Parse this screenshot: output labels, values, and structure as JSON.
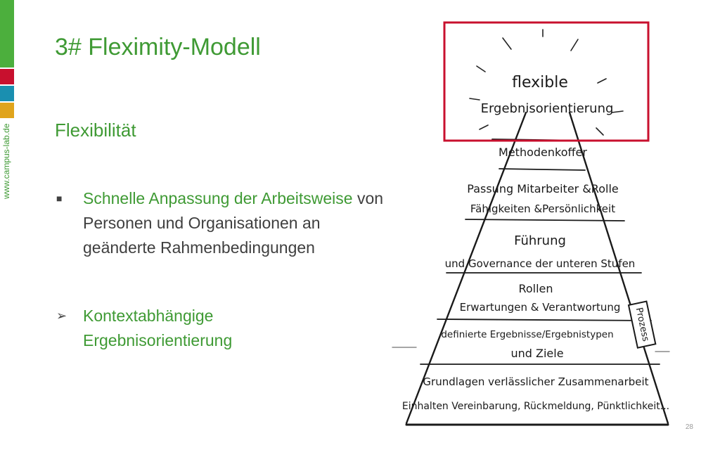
{
  "side": {
    "url": "www.campus-lab.de"
  },
  "slide": {
    "title": "3# Fleximity-Modell",
    "subtitle": "Flexibilität",
    "item1": {
      "highlight": "Schnelle Anpassung der Arbeitsweise",
      "line1_rest": "von",
      "line2": "Personen und Organisationen an",
      "line3": "geänderte Rahmenbedingungen"
    },
    "item2": {
      "line1": "Kontextabhängige",
      "line2": "Ergebnisorientierung"
    },
    "page_number": "28"
  },
  "pyramid": {
    "top": {
      "line1": "flexible",
      "line2": "Ergebnisorientierung"
    },
    "level1": "Methodenkoffer",
    "level2": {
      "line1": "Passung Mitarbeiter &Rolle",
      "line2": "Fähigkeiten &Persönlichkeit"
    },
    "level3": {
      "line1": "Führung",
      "line2": "und Governance der unteren Stufen"
    },
    "level4": {
      "line1": "Rollen",
      "line2": "Erwartungen & Verantwortung"
    },
    "level5": {
      "line1": "definierte Ergebnisse/Ergebnistypen",
      "line2": "und Ziele"
    },
    "level6": {
      "line1": "Grundlagen verlässlicher Zusammenarbeit",
      "line2": "Einhalten Vereinbarung, Rückmeldung, Pünktlichkeit..."
    },
    "side_label": "Prozess"
  },
  "colors": {
    "accent": "#3f9a34",
    "highlight_box": "#c8102e",
    "stripe_green": "#4caf3d",
    "stripe_red": "#c8102e",
    "stripe_teal": "#1a8fb0",
    "stripe_gold": "#e0a41c"
  }
}
